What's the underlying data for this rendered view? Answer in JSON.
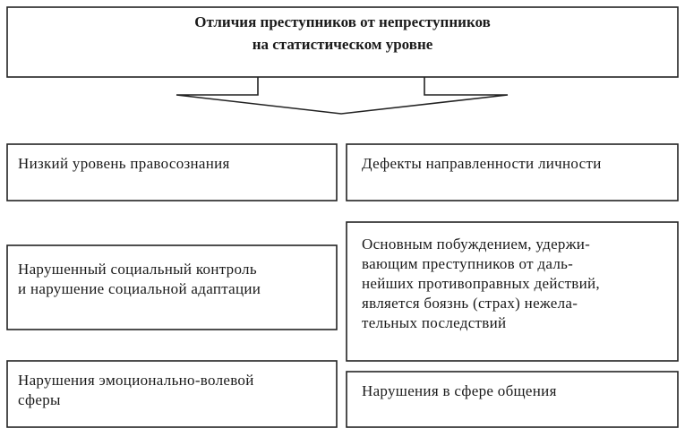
{
  "header": {
    "line1": "Отличия преступников от непреступников",
    "line2": "на статистическом уровне"
  },
  "left_column": [
    {
      "lines": [
        "Низкий уровень правосознания"
      ]
    },
    {
      "lines": [
        "Нарушенный социальный контроль",
        "и нарушение социальной адаптации"
      ]
    },
    {
      "lines": [
        "Нарушения  эмоционально-волевой",
        "сферы"
      ]
    }
  ],
  "right_column": [
    {
      "lines": [
        "Дефекты  направленности личности"
      ]
    },
    {
      "lines": [
        "Основным побуждением, удержи-",
        "вающим преступников от даль-",
        "нейших противоправных действий,",
        "является боязнь (страх) нежела-",
        "тельных последствий"
      ]
    },
    {
      "lines": [
        "Нарушения в сфере общения"
      ]
    }
  ]
}
